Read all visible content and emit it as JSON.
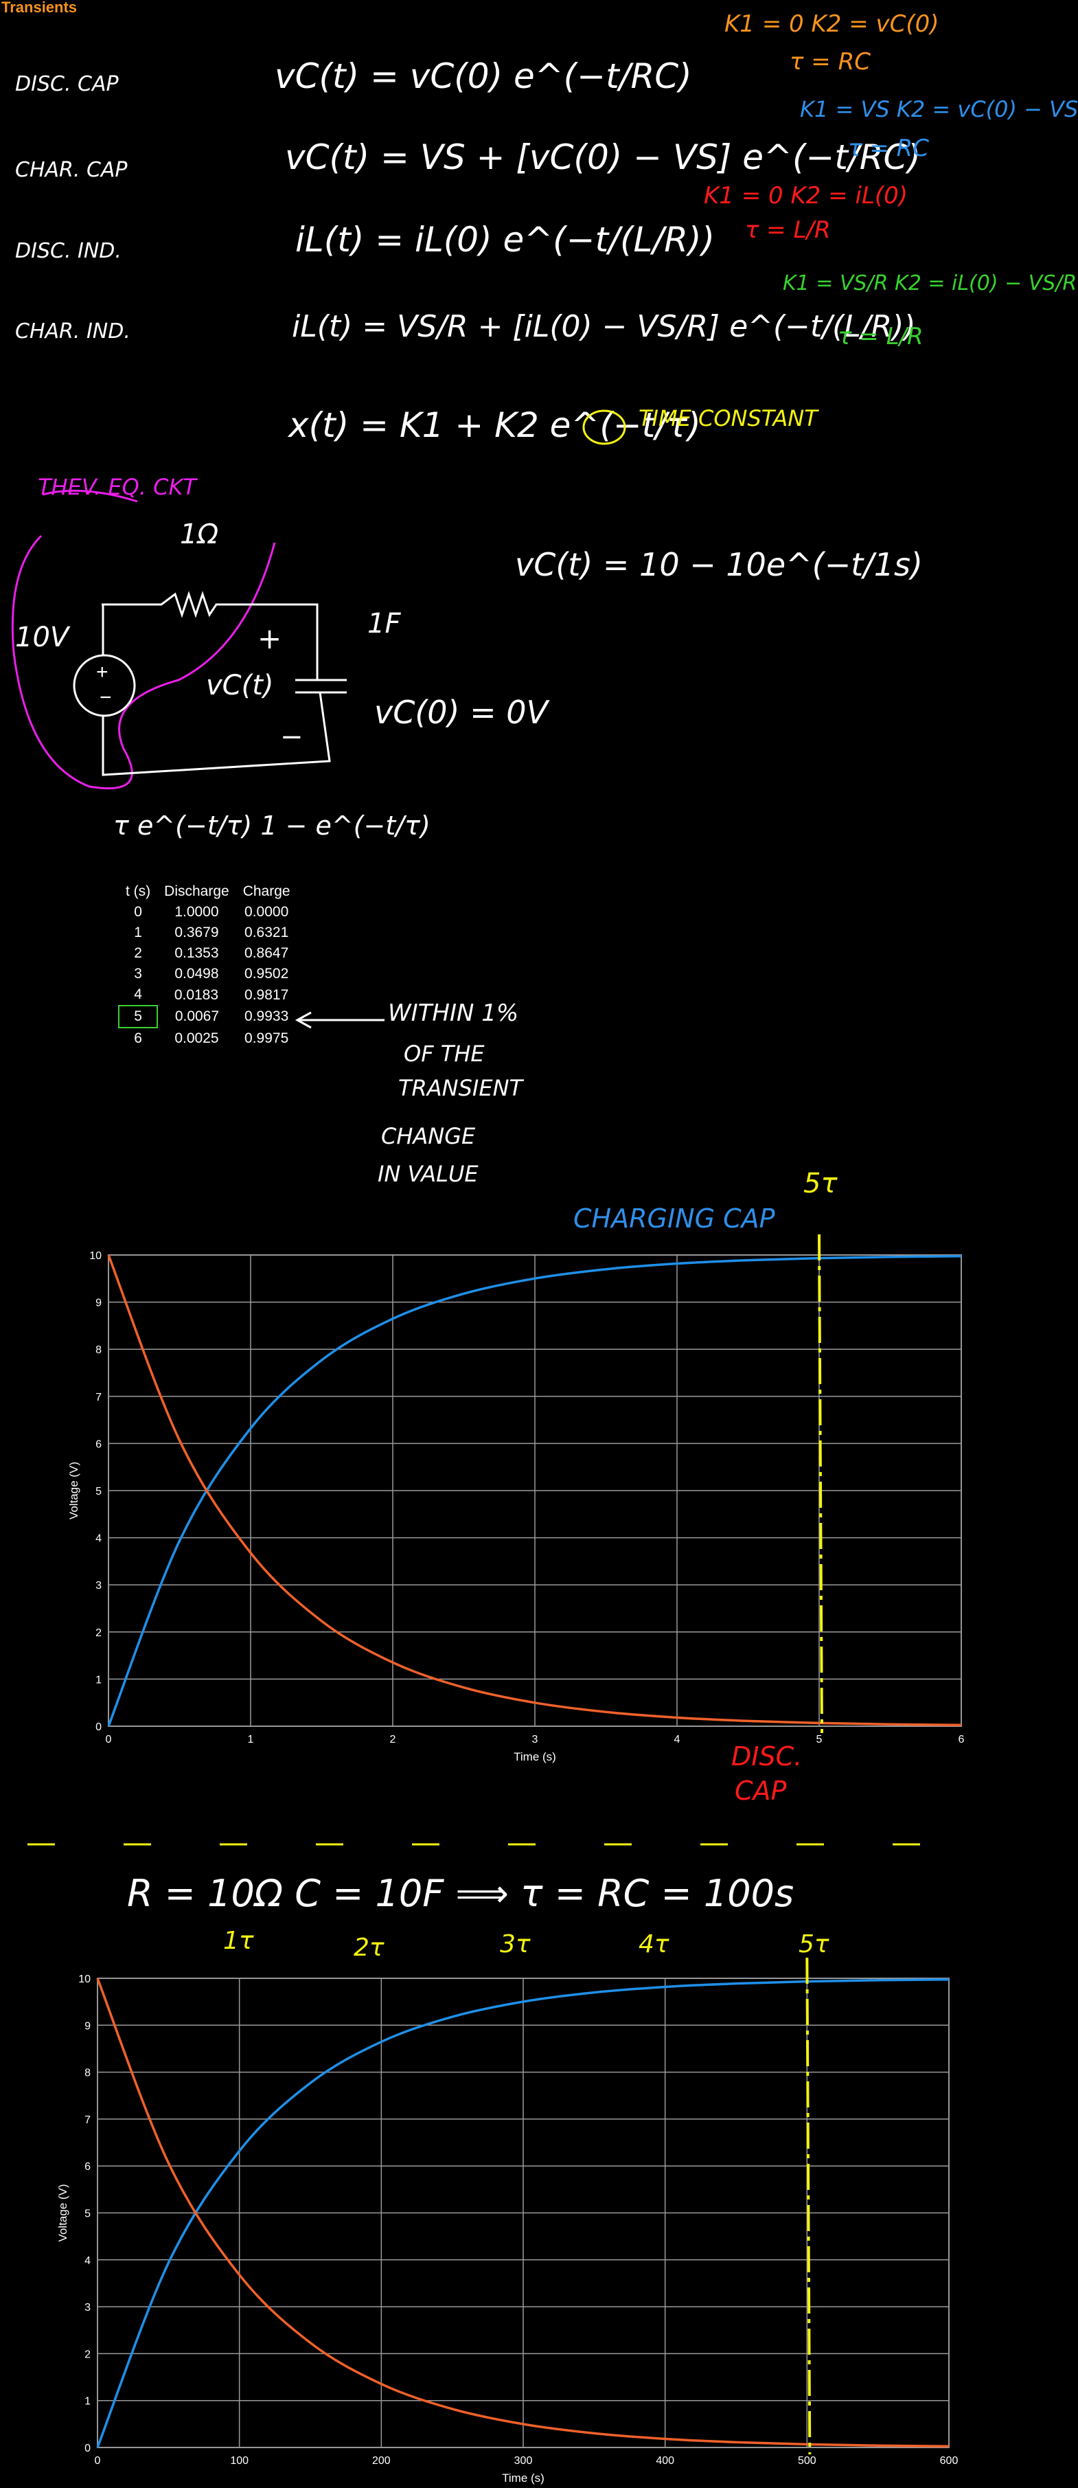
{
  "page": {
    "title": "Transients"
  },
  "notes": {
    "rows": [
      {
        "label": "DISC. CAP",
        "equation": "vC(t) = vC(0) e^(−t/RC)",
        "params": "K1 = 0   K2 = vC(0)",
        "tau": "τ = RC",
        "color": "#f7931e"
      },
      {
        "label": "CHAR. CAP",
        "equation": "vC(t) = VS + [vC(0) − VS] e^(−t/RC)",
        "params": "K1 = VS   K2 = vC(0) − VS",
        "tau": "τ = RC",
        "color": "#2f8fe8"
      },
      {
        "label": "DISC. IND.",
        "equation": "iL(t) = iL(0) e^(−t/(L/R))",
        "params": "K1 = 0   K2 = iL(0)",
        "tau": "τ = L/R",
        "color": "#ff1a1a"
      },
      {
        "label": "CHAR. IND.",
        "equation": "iL(t) = VS/R + [iL(0) − VS/R] e^(−t/(L/R))",
        "params": "K1 = VS/R   K2 = iL(0) − VS/R",
        "tau": "τ = L/R",
        "color": "#39d12f"
      }
    ],
    "general_equation": "x(t) = K1 + K2 e^(−t/τ)",
    "time_constant_label": "TIME CONSTANT",
    "thevenin_label": "THEV. EQ. CKT",
    "resistor": "1Ω",
    "source": "10V",
    "capacitor": "1F",
    "cap_plus": "+",
    "cap_minus": "−",
    "cap_voltage": "vC(t)",
    "initial_condition": "vC(0) = 0V",
    "solution": "vC(t) = 10 − 10e^(−t/1s)",
    "tau_header": "τ    e^(−t/τ)    1 − e^(−t/τ)",
    "within_note": [
      "WITHIN 1%",
      "OF THE",
      "TRANSIENT"
    ],
    "change_note": [
      "CHANGE",
      "IN VALUE"
    ],
    "charging_label": "CHARGING CAP",
    "five_tau": "5τ",
    "disc_label": [
      "DISC.",
      "CAP"
    ],
    "params2": "R = 10Ω    C = 10F    ⟹  τ = RC = 100s",
    "tau_marks": [
      "1τ",
      "2τ",
      "3τ",
      "4τ",
      "5τ"
    ]
  },
  "table": {
    "headers": [
      "t (s)",
      "Discharge",
      "Charge"
    ],
    "rows": [
      [
        "0",
        "1.0000",
        "0.0000"
      ],
      [
        "1",
        "0.3679",
        "0.6321"
      ],
      [
        "2",
        "0.1353",
        "0.8647"
      ],
      [
        "3",
        "0.0498",
        "0.9502"
      ],
      [
        "4",
        "0.0183",
        "0.9817"
      ],
      [
        "5",
        "0.0067",
        "0.9933"
      ],
      [
        "6",
        "0.0025",
        "0.9975"
      ]
    ]
  },
  "chart_data": [
    {
      "type": "line",
      "xlabel": "Time (s)",
      "ylabel": "Voltage (V)",
      "xlim": [
        0,
        6
      ],
      "ylim": [
        0,
        10
      ],
      "xticks": [
        0,
        1,
        2,
        3,
        4,
        5,
        6
      ],
      "yticks": [
        0,
        1,
        2,
        3,
        4,
        5,
        6,
        7,
        8,
        9,
        10
      ],
      "grid": true,
      "series": [
        {
          "x": [
            0,
            0.5,
            1,
            1.5,
            2,
            2.5,
            3,
            3.5,
            4,
            4.5,
            5,
            5.5,
            6
          ],
          "values": [
            0,
            3.935,
            6.321,
            7.769,
            8.647,
            9.179,
            9.502,
            9.698,
            9.817,
            9.889,
            9.933,
            9.959,
            9.975
          ],
          "color": "#1f8fe8"
        },
        {
          "x": [
            0,
            0.5,
            1,
            1.5,
            2,
            2.5,
            3,
            3.5,
            4,
            4.5,
            5,
            5.5,
            6
          ],
          "values": [
            10,
            6.065,
            3.679,
            2.231,
            1.353,
            0.821,
            0.498,
            0.302,
            0.183,
            0.111,
            0.067,
            0.041,
            0.025
          ],
          "color": "#f0612a"
        }
      ]
    },
    {
      "type": "line",
      "xlabel": "Time (s)",
      "ylabel": "Voltage (V)",
      "xlim": [
        0,
        600
      ],
      "ylim": [
        0,
        10
      ],
      "xticks": [
        0,
        100,
        200,
        300,
        400,
        500,
        600
      ],
      "yticks": [
        0,
        1,
        2,
        3,
        4,
        5,
        6,
        7,
        8,
        9,
        10
      ],
      "grid": true,
      "series": [
        {
          "x": [
            0,
            50,
            100,
            150,
            200,
            250,
            300,
            350,
            400,
            450,
            500,
            550,
            600
          ],
          "values": [
            0,
            3.935,
            6.321,
            7.769,
            8.647,
            9.179,
            9.502,
            9.698,
            9.817,
            9.889,
            9.933,
            9.959,
            9.975
          ],
          "color": "#1f8fe8"
        },
        {
          "x": [
            0,
            50,
            100,
            150,
            200,
            250,
            300,
            350,
            400,
            450,
            500,
            550,
            600
          ],
          "values": [
            10,
            6.065,
            3.679,
            2.231,
            1.353,
            0.821,
            0.498,
            0.302,
            0.183,
            0.111,
            0.067,
            0.041,
            0.025
          ],
          "color": "#f0612a"
        }
      ]
    }
  ]
}
